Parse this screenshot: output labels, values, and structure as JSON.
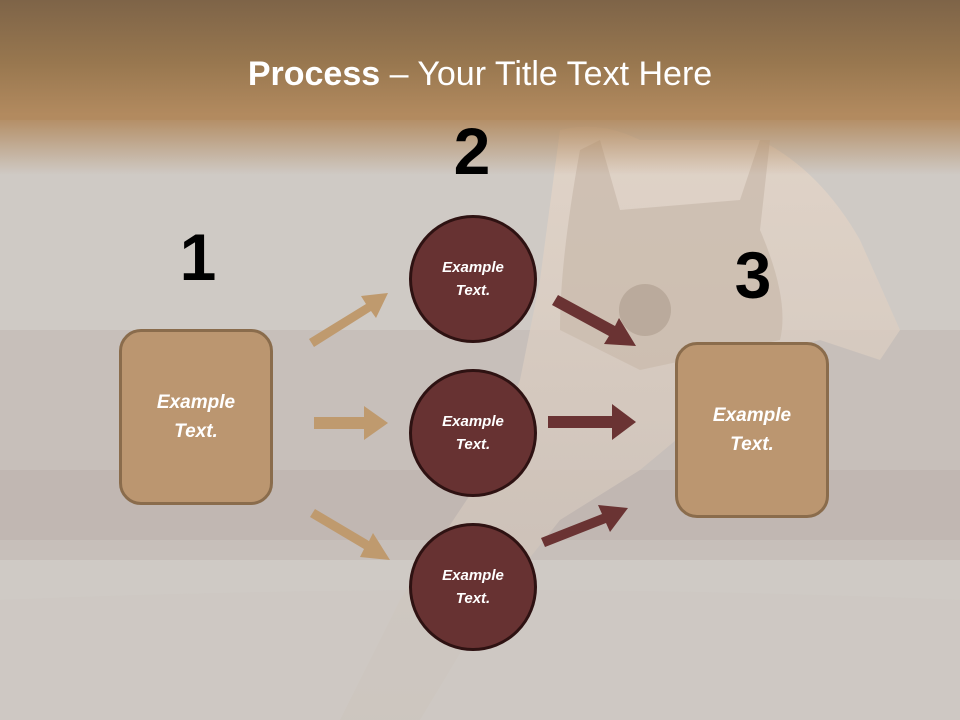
{
  "slide": {
    "title_bold": "Process",
    "title_rest": " – Your Title Text Here",
    "colors": {
      "header_top": "#7e6448",
      "header_bottom": "#b28a5f",
      "background": "#cfcac5",
      "tan_box": "#bb9670",
      "tan_border": "#8a6c4c",
      "maroon_circle": "#673232",
      "circle_border": "#2e1212",
      "tan_arrow": "#bf9a6e",
      "maroon_arrow": "#6a3333",
      "text_white": "#ffffff",
      "number_black": "#000000"
    }
  },
  "steps": {
    "step1": {
      "number": "1",
      "line1": "Example",
      "line2": "Text."
    },
    "step2": {
      "number": "2"
    },
    "step3": {
      "number": "3",
      "line1": "Example",
      "line2": "Text."
    }
  },
  "circles": [
    {
      "line1": "Example",
      "line2": "Text."
    },
    {
      "line1": "Example",
      "line2": "Text."
    },
    {
      "line1": "Example",
      "line2": "Text."
    }
  ]
}
